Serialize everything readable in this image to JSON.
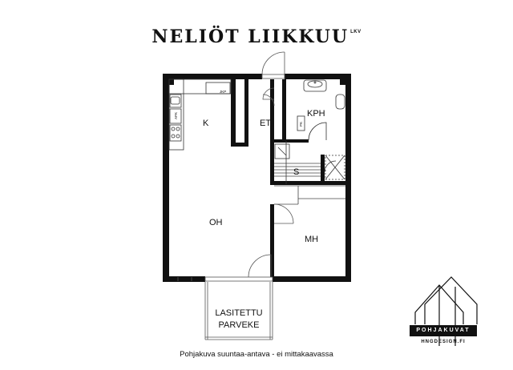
{
  "header": {
    "brand": "NELIÖT LIIKKUU",
    "brand_sup": "LKV"
  },
  "rooms": {
    "k": "K",
    "et": "ET",
    "kph": "KPH",
    "s": "S",
    "oh": "OH",
    "mh": "MH",
    "balcony_line1": "LASITETTU",
    "balcony_line2": "PARVEKE"
  },
  "fixtures": {
    "jkp": "JKP",
    "apk": "APK",
    "pk": "PK"
  },
  "footer": {
    "caption": "Pohjakuva suuntaa-antava - ei mittakaavassa"
  },
  "logo": {
    "name": "POHJAKUVAT",
    "url": "HNGDESIGN.FI"
  }
}
